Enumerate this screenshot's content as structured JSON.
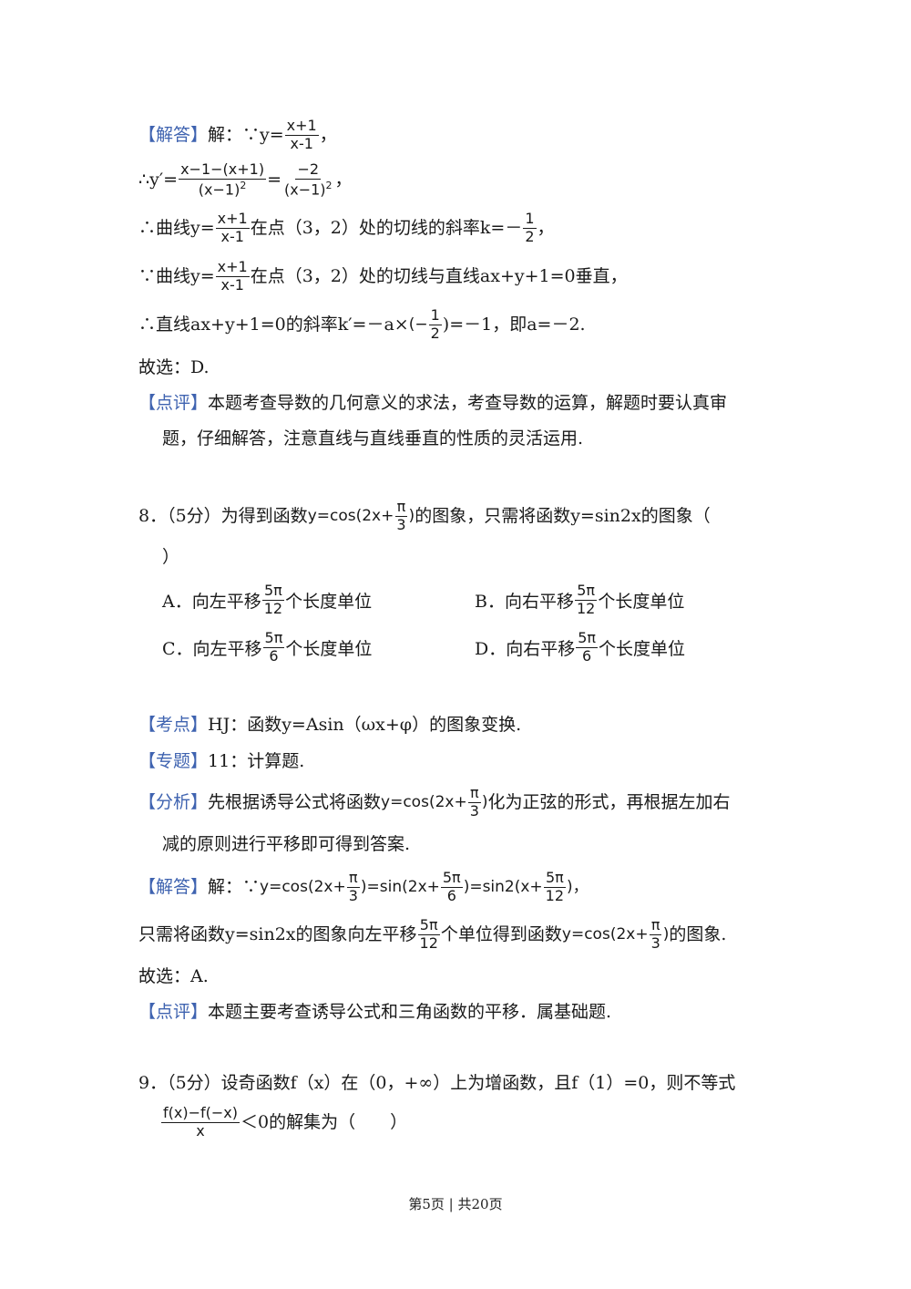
{
  "tags": {
    "answer": "【解答】",
    "comment": "【点评】",
    "kaodian": "【考点】",
    "zhuanti": "【专题】",
    "fenxi": "【分析】"
  },
  "q7": {
    "l1_pre": "解：∵y=",
    "l1_post": "，",
    "frac_xp1": "x+1",
    "frac_xm1": "x-1",
    "l2_pre": "∴y′=",
    "l2_num1": "x−1−(x+1)",
    "l2_den1": "(x−1)",
    "l2_eq": "=",
    "l2_num2": "−2",
    "l2_den2": "(x−1)",
    "sq": "2",
    "l2_post": "，",
    "l3_pre": "∴曲线y=",
    "l3_mid": "在点（3，2）处的切线的斜率k=－",
    "frac_1": "1",
    "frac_2": "2",
    "l3_post": "，",
    "l4_pre": "∵曲线y=",
    "l4_mid": "在点（3，2）处的切线与直线ax+y+1=0垂直，",
    "l5_pre": "∴直线ax+y+1=0的斜率k′=－a×",
    "l5_paren_open": "(−",
    "l5_post": ")=－1，即a=－2.",
    "choice": "故选：D.",
    "comment1": "本题考查导数的几何意义的求法，考查导数的运算，解题时要认真审",
    "comment2": "题，仔细解答，注意直线与直线垂直的性质的灵活运用."
  },
  "q8": {
    "l1_pre": "8．（5分）为得到函数",
    "y_cos": "y=cos(2x+",
    "pi": "π",
    "three": "3",
    "close": ")",
    "l1_post": "的图象，只需将函数y=sin2x的图象（",
    "l2": "）",
    "optA_pre": "A．向左平移",
    "optB_pre": "B．向右平移",
    "optC_pre": "C．向左平移",
    "optD_pre": "D．向右平移",
    "five_pi": "5π",
    "twelve": "12",
    "six": "6",
    "unit": "个长度单位",
    "kaodian": "HJ：函数y=Asin（ωx+φ）的图象变换.",
    "zhuanti": "11：计算题.",
    "fenxi1_pre": "先根据诱导公式将函数",
    "fenxi1_post": "化为正弦的形式，再根据左加右",
    "fenxi2": "减的原则进行平移即可得到答案.",
    "ans1_pre": "解：∵",
    "ans1_mid1": ")=sin(2x+",
    "ans1_mid2": ")=sin2(x+",
    "ans1_post": ")，",
    "ans2_pre": "只需将函数y=sin2x的图象向左平移",
    "ans2_mid": "个单位得到函数",
    "ans2_post": "的图象.",
    "choice": "故选：A.",
    "comment": "本题主要考查诱导公式和三角函数的平移．属基础题."
  },
  "q9": {
    "l1": "9．（5分）设奇函数f（x）在（0，+∞）上为增函数，且f（1）=0，则不等式",
    "frac_num": "f(x)−f(−x)",
    "frac_den": "x",
    "l2_post": "＜0的解集为（　　）"
  },
  "footer": "第5页 | 共20页"
}
